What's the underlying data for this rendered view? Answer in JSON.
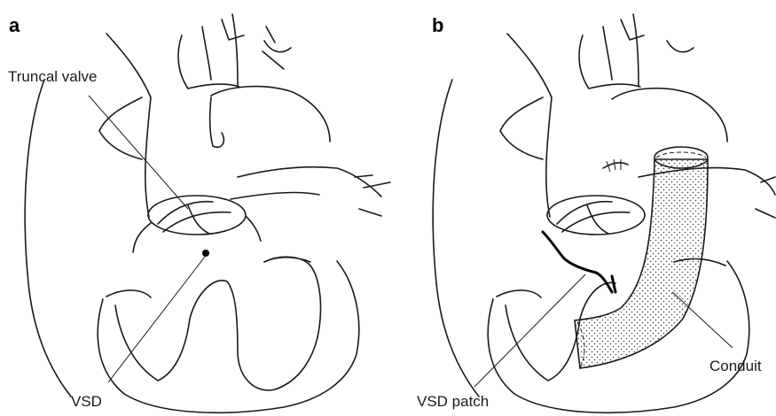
{
  "panels": [
    {
      "letter": "a",
      "labels": {
        "truncal_valve": "Truncal valve",
        "vsd": "VSD"
      }
    },
    {
      "letter": "b",
      "labels": {
        "vsd_patch": "VSD patch",
        "conduit": "Conduit"
      }
    }
  ],
  "colors": {
    "line": "#1a1a1a",
    "background": "#ffffff",
    "stipple": "#444444"
  }
}
